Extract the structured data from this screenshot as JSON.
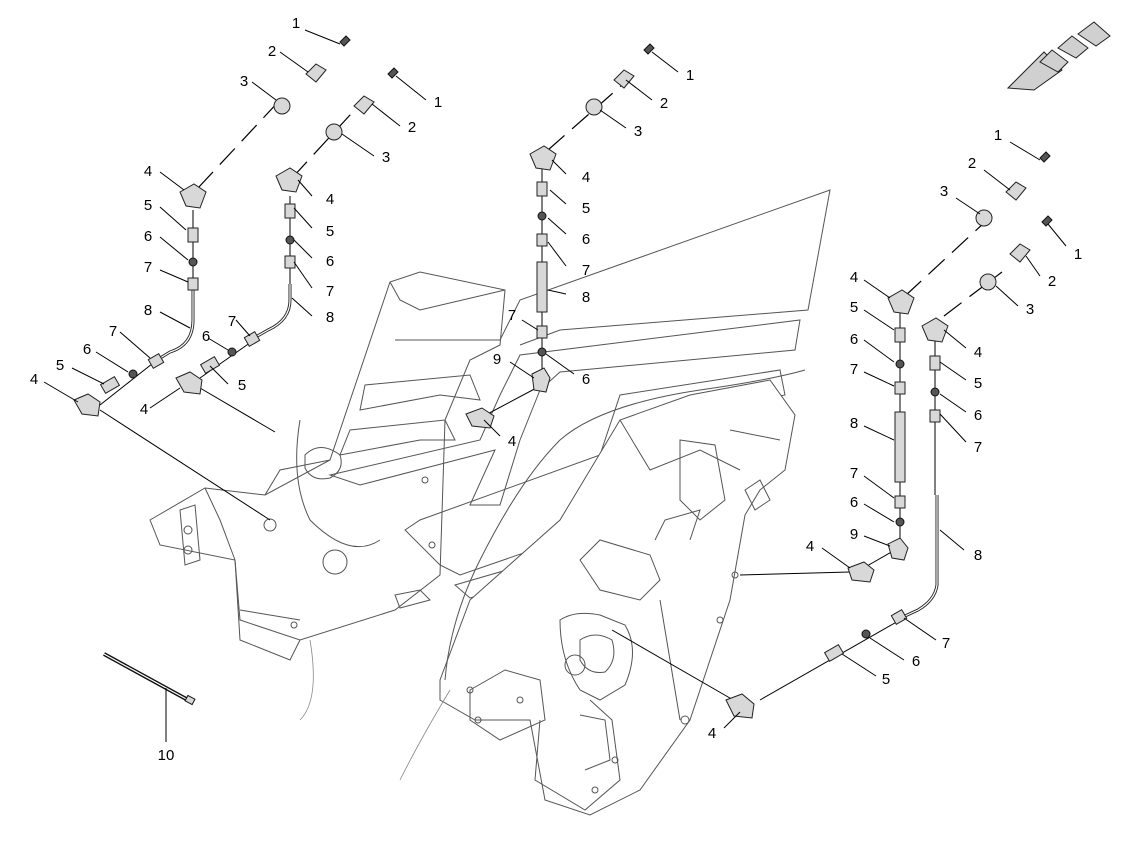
{
  "callouts": [
    {
      "id": "a1",
      "label": "1"
    },
    {
      "id": "a2",
      "label": "2"
    },
    {
      "id": "a3",
      "label": "3"
    },
    {
      "id": "a4",
      "label": "4"
    },
    {
      "id": "a5",
      "label": "5"
    },
    {
      "id": "a6",
      "label": "6"
    },
    {
      "id": "a7",
      "label": "7"
    },
    {
      "id": "a8",
      "label": "8"
    },
    {
      "id": "a9",
      "label": "7"
    },
    {
      "id": "a10",
      "label": "6"
    },
    {
      "id": "a11",
      "label": "5"
    },
    {
      "id": "a12",
      "label": "4"
    },
    {
      "id": "b1",
      "label": "1"
    },
    {
      "id": "b2",
      "label": "2"
    },
    {
      "id": "b3",
      "label": "3"
    },
    {
      "id": "b4",
      "label": "4"
    },
    {
      "id": "b5",
      "label": "5"
    },
    {
      "id": "b6",
      "label": "6"
    },
    {
      "id": "b7",
      "label": "7"
    },
    {
      "id": "b8",
      "label": "8"
    },
    {
      "id": "b9",
      "label": "7"
    },
    {
      "id": "b10",
      "label": "6"
    },
    {
      "id": "b11",
      "label": "5"
    },
    {
      "id": "b12",
      "label": "4"
    },
    {
      "id": "c1",
      "label": "1"
    },
    {
      "id": "c2",
      "label": "2"
    },
    {
      "id": "c3",
      "label": "3"
    },
    {
      "id": "c4",
      "label": "4"
    },
    {
      "id": "c5",
      "label": "5"
    },
    {
      "id": "c6",
      "label": "6"
    },
    {
      "id": "c7",
      "label": "7"
    },
    {
      "id": "c8",
      "label": "8"
    },
    {
      "id": "c9",
      "label": "7"
    },
    {
      "id": "c10",
      "label": "6"
    },
    {
      "id": "c11",
      "label": "9"
    },
    {
      "id": "c12",
      "label": "4"
    },
    {
      "id": "d1",
      "label": "1"
    },
    {
      "id": "d2",
      "label": "2"
    },
    {
      "id": "d3",
      "label": "3"
    },
    {
      "id": "d4",
      "label": "4"
    },
    {
      "id": "d5",
      "label": "5"
    },
    {
      "id": "d6",
      "label": "6"
    },
    {
      "id": "d7",
      "label": "7"
    },
    {
      "id": "d8",
      "label": "8"
    },
    {
      "id": "d9",
      "label": "7"
    },
    {
      "id": "d10",
      "label": "6"
    },
    {
      "id": "d11",
      "label": "9"
    },
    {
      "id": "d12",
      "label": "4"
    },
    {
      "id": "e1",
      "label": "1"
    },
    {
      "id": "e2",
      "label": "2"
    },
    {
      "id": "e3",
      "label": "3"
    },
    {
      "id": "e4",
      "label": "4"
    },
    {
      "id": "e5",
      "label": "5"
    },
    {
      "id": "e6",
      "label": "6"
    },
    {
      "id": "e7",
      "label": "7"
    },
    {
      "id": "e8",
      "label": "8"
    },
    {
      "id": "e9",
      "label": "7"
    },
    {
      "id": "e10",
      "label": "6"
    },
    {
      "id": "e11",
      "label": "5"
    },
    {
      "id": "e12",
      "label": "4"
    },
    {
      "id": "f1",
      "label": "10"
    }
  ],
  "direction_arrow_icon": "direction-arrow-icon",
  "colors": {
    "line": "#000000",
    "machine": "#555555",
    "part_fill": "#d8d8d8",
    "arrow_fill": "#d0d0d0"
  }
}
